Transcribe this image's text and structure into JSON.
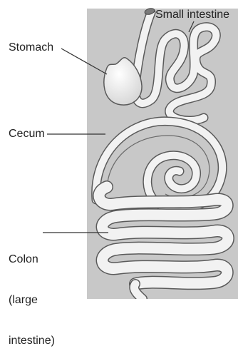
{
  "labels": {
    "small_intestine": "Small intestine",
    "stomach": "Stomach",
    "cecum": "Cecum",
    "colon_line1": "Colon",
    "colon_line2": "(large",
    "colon_line3": "intestine)"
  },
  "colors": {
    "panel_background": "#c8c8c8",
    "organ_fill": "#f2f2f2",
    "organ_outline": "#5a5a5a",
    "leader_line": "#333333"
  }
}
